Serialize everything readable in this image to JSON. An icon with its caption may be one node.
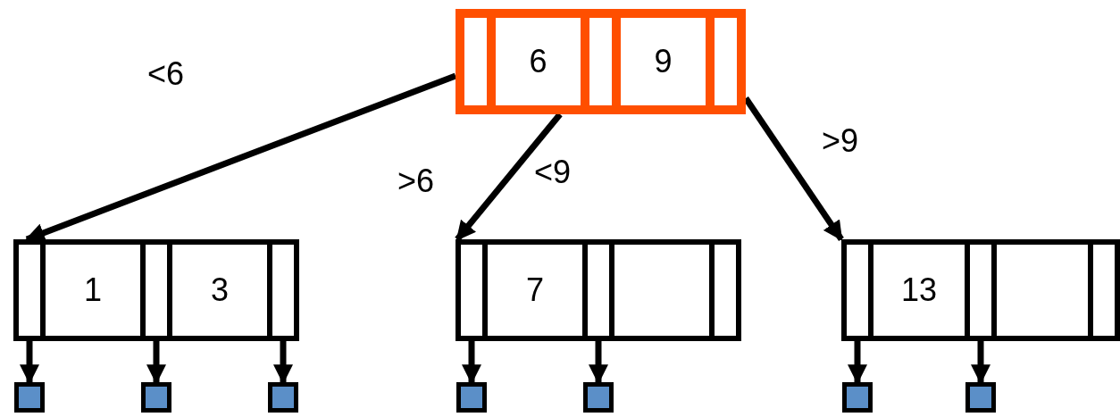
{
  "diagram": {
    "nodes": [
      {
        "text": [],
        "shape": "box"
      },
      {
        "text": [
          "6"
        ],
        "in": 0
      },
      {
        "text": [
          "9"
        ],
        "in": 0
      },
      {
        "text": [],
        "shape": "box"
      },
      {
        "text": [
          "1"
        ],
        "in": 3
      },
      {
        "text": [
          "3"
        ],
        "in": 3
      },
      {
        "text": [],
        "shape": "box"
      },
      {
        "text": [
          "7"
        ],
        "in": 6
      },
      {
        "text": [],
        "shape": "box",
        "in": 6
      },
      {
        "text": [],
        "shape": "box"
      },
      {
        "text": [
          "13"
        ],
        "in": 9
      },
      {
        "text": [],
        "shape": "box",
        "in": 9
      },
      {
        "text": [],
        "shape": "box"
      },
      {
        "text": [],
        "shape": "box"
      },
      {
        "text": [],
        "shape": "box"
      },
      {
        "text": [],
        "shape": "box"
      },
      {
        "text": [],
        "shape": "box"
      },
      {
        "text": [],
        "shape": "box"
      },
      {
        "text": [],
        "shape": "box"
      }
    ],
    "edges": [
      {
        "from": 0,
        "to": 3,
        "arrow": "to"
      },
      {
        "from": 0,
        "to": 6,
        "arrow": "to"
      },
      {
        "from": 0,
        "to": 9,
        "arrow": "to"
      },
      {
        "from": 3,
        "to": 12,
        "arrow": "to"
      },
      {
        "from": 3,
        "to": 13,
        "arrow": "to"
      },
      {
        "from": 3,
        "to": 14,
        "arrow": "to"
      },
      {
        "from": 6,
        "to": 15,
        "arrow": "to"
      },
      {
        "from": 6,
        "to": 16,
        "arrow": "to"
      },
      {
        "from": 9,
        "to": 17,
        "arrow": "to"
      },
      {
        "from": 9,
        "to": 18,
        "arrow": "to"
      }
    ],
    "labels": [
      "<6",
      ">6",
      "<9",
      ">9"
    ]
  }
}
